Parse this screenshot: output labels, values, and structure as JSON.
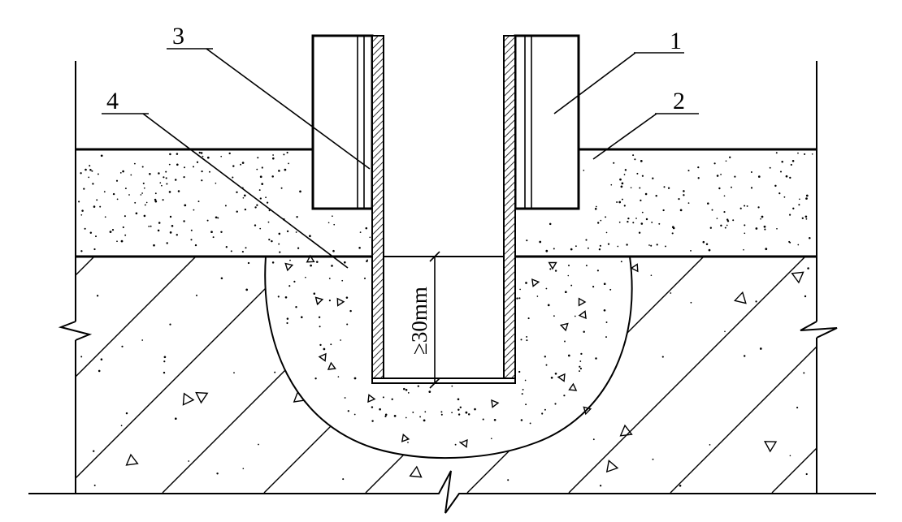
{
  "callouts": {
    "c1": "1",
    "c2": "2",
    "c3": "3",
    "c4": "4"
  },
  "dimension": {
    "label": "≥30mm"
  },
  "colors": {
    "line": "#000000",
    "background": "#ffffff"
  }
}
